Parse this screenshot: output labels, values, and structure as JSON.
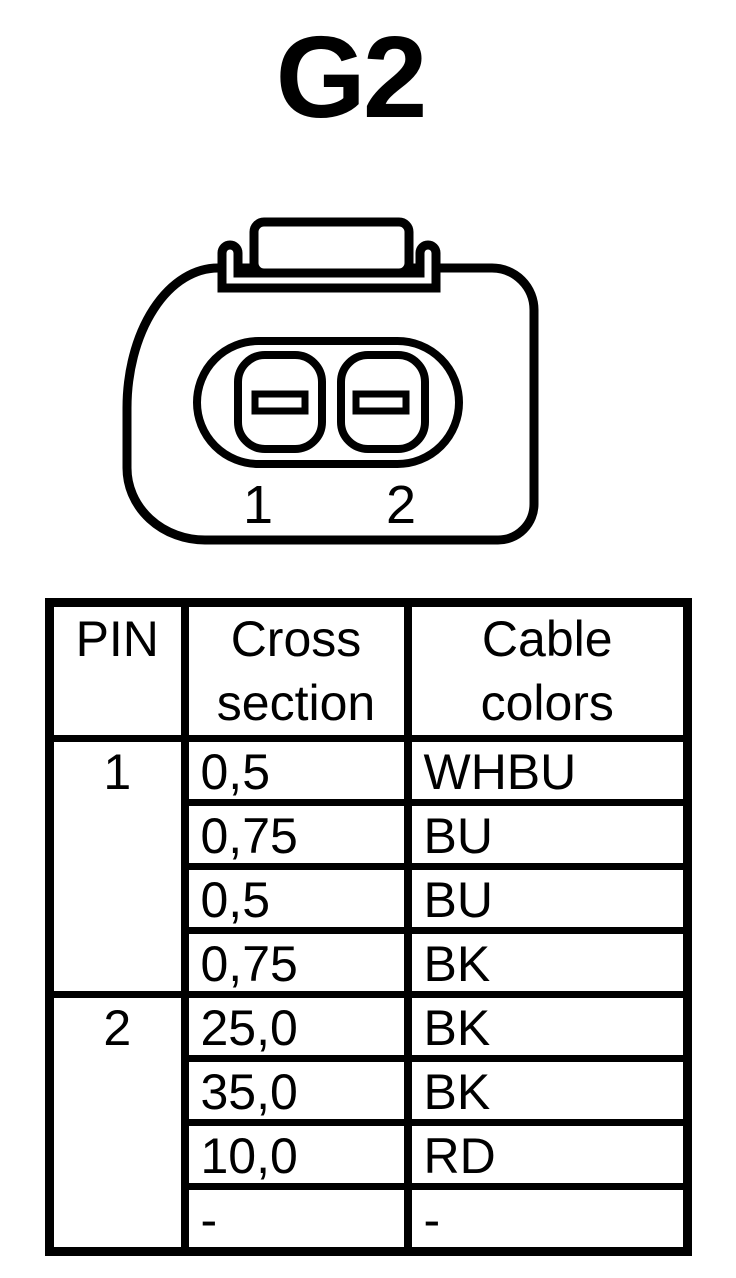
{
  "title": "G2",
  "connector": {
    "pin_labels": [
      "1",
      "2"
    ]
  },
  "table": {
    "headers": [
      "PIN",
      "Cross section",
      "Cable colors"
    ],
    "groups": [
      {
        "pin": "1",
        "rows": [
          {
            "cross_section": "0,5",
            "cable_color": "WHBU"
          },
          {
            "cross_section": "0,75",
            "cable_color": "BU"
          },
          {
            "cross_section": "0,5",
            "cable_color": "BU"
          },
          {
            "cross_section": "0,75",
            "cable_color": "BK"
          }
        ]
      },
      {
        "pin": "2",
        "rows": [
          {
            "cross_section": "25,0",
            "cable_color": "BK"
          },
          {
            "cross_section": "35,0",
            "cable_color": "BK"
          },
          {
            "cross_section": "10,0",
            "cable_color": "RD"
          },
          {
            "cross_section": "-",
            "cable_color": "-"
          }
        ]
      }
    ]
  },
  "colors": {
    "line": "#000000",
    "background": "#ffffff"
  }
}
